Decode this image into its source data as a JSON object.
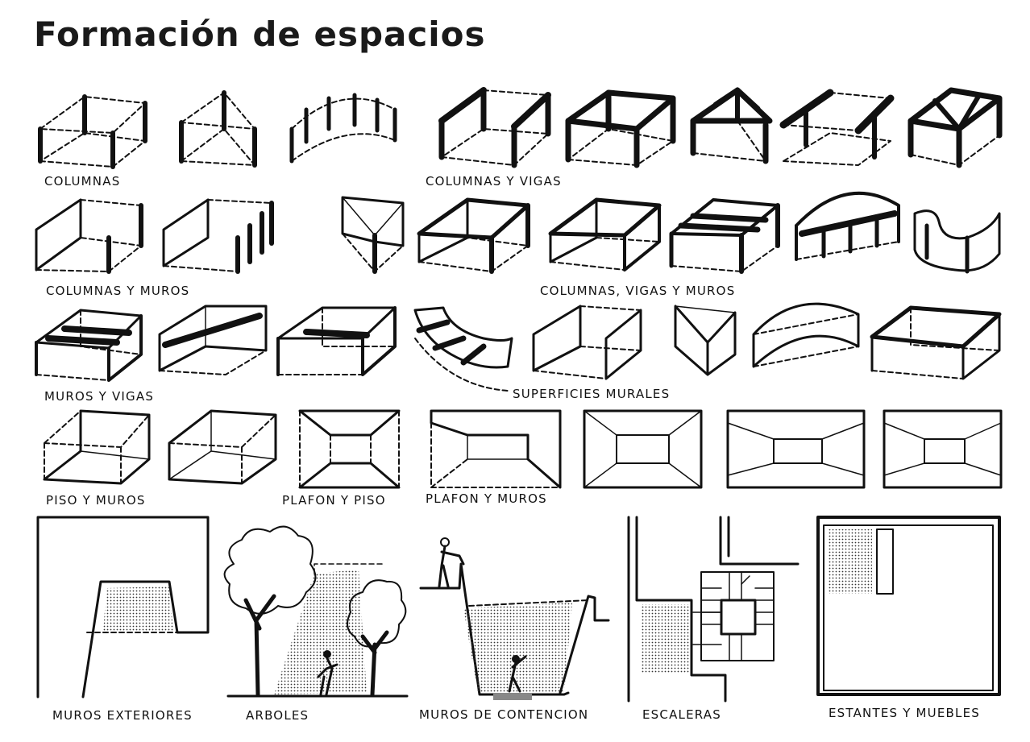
{
  "title": "Formación de espacios",
  "labels": {
    "columnas": "COLUMNAS",
    "columnas_y_vigas": "COLUMNAS Y VIGAS",
    "columnas_y_muros": "COLUMNAS Y MUROS",
    "columnas_vigas_y_muros": "COLUMNAS, VIGAS Y MUROS",
    "muros_y_vigas": "MUROS Y VIGAS",
    "superficies_murales": "SUPERFICIES MURALES",
    "piso_y_muros": "PISO Y MUROS",
    "plafon_y_piso": "PLAFON Y PISO",
    "plafon_y_muros": "PLAFON Y MUROS",
    "muros_exteriores": "MUROS EXTERIORES",
    "arboles": "ARBOLES",
    "muros_de_contencion": "MUROS DE CONTENCION",
    "escaleras": "ESCALERAS",
    "estantes_y_muebles": "ESTANTES Y MUEBLES"
  }
}
